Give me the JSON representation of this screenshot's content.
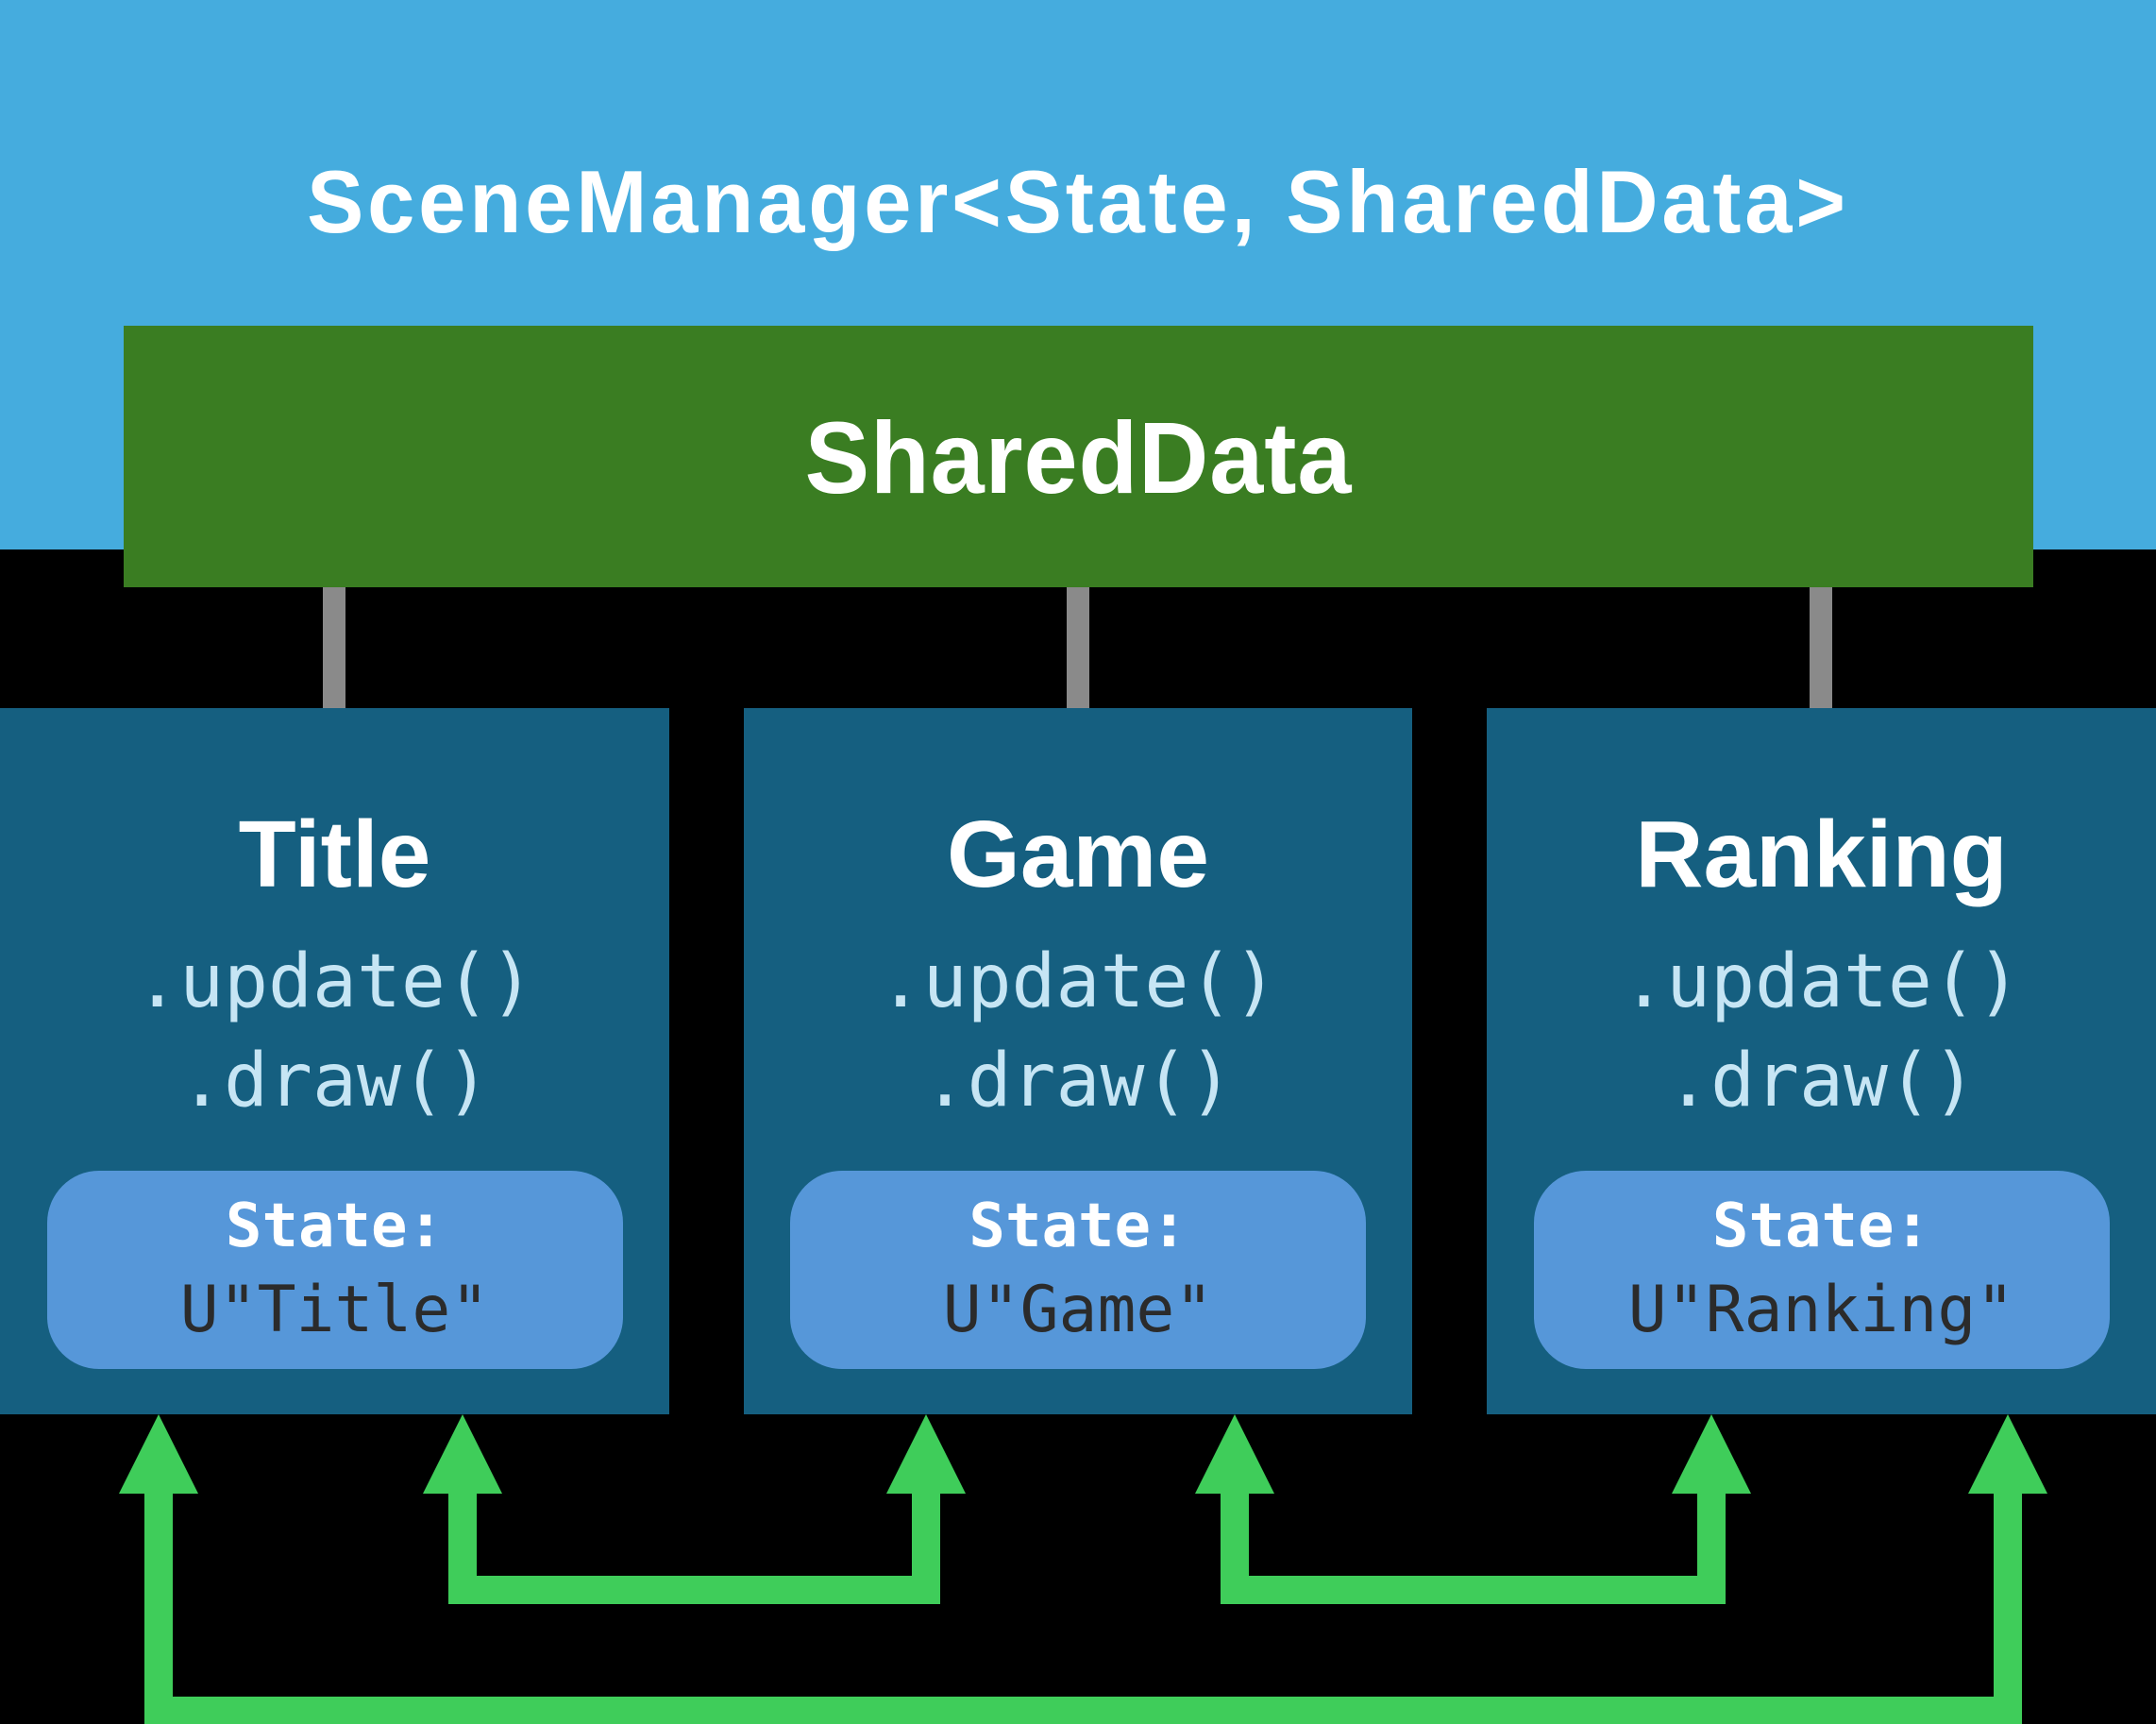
{
  "header": {
    "title": "SceneManager<State, SharedData>"
  },
  "shared_data_box": {
    "label": "SharedData"
  },
  "scenes": [
    {
      "name": "Title",
      "update_method": ".update()",
      "draw_method": ".draw()",
      "state_label": "State:",
      "state_value": "U\"Title\""
    },
    {
      "name": "Game",
      "update_method": ".update()",
      "draw_method": ".draw()",
      "state_label": "State:",
      "state_value": "U\"Game\""
    },
    {
      "name": "Ranking",
      "update_method": ".update()",
      "draw_method": ".draw()",
      "state_label": "State:",
      "state_value": "U\"Ranking\""
    }
  ],
  "transitions": [
    {
      "between": [
        "Title",
        "Game"
      ],
      "shape": "u-arrow-both-ends-up"
    },
    {
      "between": [
        "Game",
        "Ranking"
      ],
      "shape": "u-arrow-both-ends-up"
    },
    {
      "between": [
        "Ranking",
        "Title"
      ],
      "shape": "wide-bottom-u-arrow-both-ends-up"
    }
  ],
  "colors": {
    "page_bg": "#000000",
    "header_bg": "#45ACDE",
    "shared_bg": "#3A7D22",
    "scene_bg": "#155F80",
    "pill_bg": "#5697D9",
    "code_blue": "#C6E5F4",
    "arrow_green": "#3FCD5A",
    "connector_gray": "#8A8A8A",
    "text_white": "#FFFFFF",
    "value_dark": "#2B2B2B"
  }
}
